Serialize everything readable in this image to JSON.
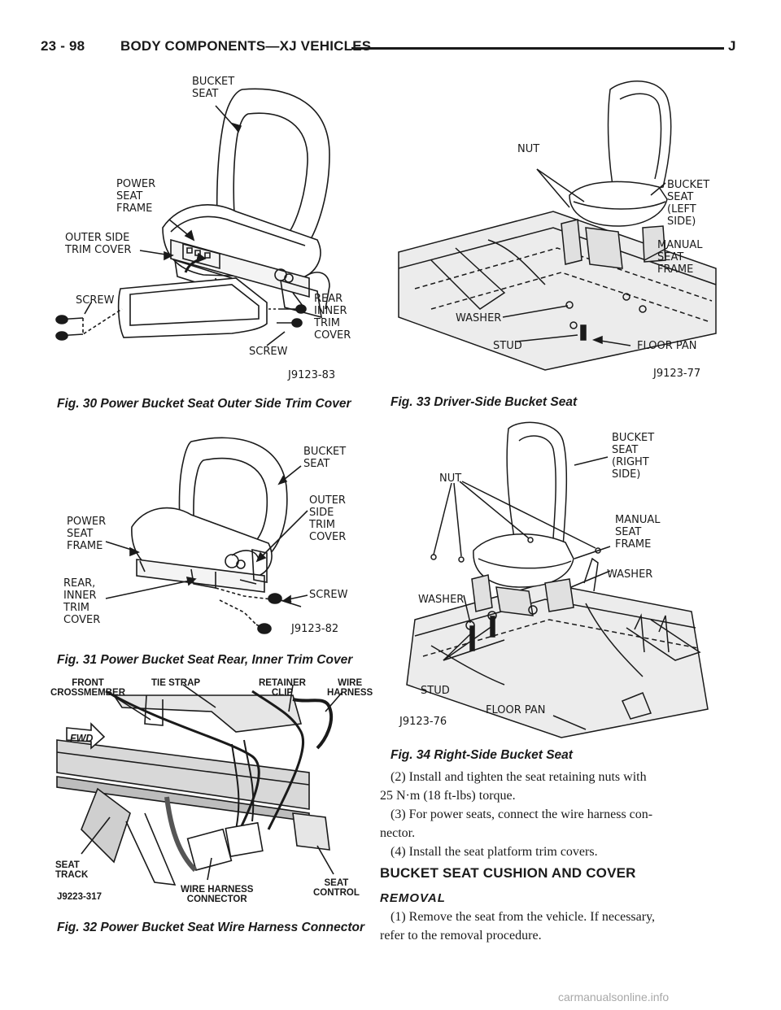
{
  "header": {
    "page_number": "23 - 98",
    "section_title": "BODY COMPONENTS—XJ VEHICLES",
    "letter": "J"
  },
  "figures": {
    "fig30": {
      "caption": "Fig. 30 Power Bucket Seat Outer Side Trim Cover",
      "code": "J9123-83",
      "labels": {
        "bucket_seat": "BUCKET\nSEAT",
        "power_seat_frame": "POWER\nSEAT\nFRAME",
        "outer_side_trim_cover": "OUTER SIDE\nTRIM COVER",
        "screw_left": "SCREW",
        "rear_inner_trim_cover": "REAR\nINNER\nTRIM\nCOVER",
        "screw_bottom": "SCREW"
      }
    },
    "fig31": {
      "caption": "Fig. 31 Power Bucket Seat Rear, Inner Trim Cover",
      "code": "J9123-82",
      "labels": {
        "bucket_seat": "BUCKET\nSEAT",
        "outer_side_trim_cover": "OUTER\nSIDE\nTRIM\nCOVER",
        "power_seat_frame": "POWER\nSEAT\nFRAME",
        "rear_inner_trim_cover": "REAR,\nINNER\nTRIM\nCOVER",
        "screw": "SCREW"
      }
    },
    "fig32": {
      "caption": "Fig. 32 Power Bucket Seat Wire Harness Connector",
      "code": "J9223-317",
      "labels": {
        "front_crossmember": "FRONT\nCROSSMEMBER",
        "tie_strap": "TIE STRAP",
        "retainer_clip": "RETAINER\nCLIP",
        "wire_harness": "WIRE\nHARNESS",
        "fwd": "FWD",
        "seat_track": "SEAT\nTRACK",
        "wire_harness_connector": "WIRE HARNESS\nCONNECTOR",
        "seat_control": "SEAT\nCONTROL"
      }
    },
    "fig33": {
      "caption": "Fig. 33 Driver-Side Bucket Seat",
      "code": "J9123-77",
      "labels": {
        "nut": "NUT",
        "bucket_seat_left": "BUCKET\nSEAT\n(LEFT\nSIDE)",
        "manual_seat_frame": "MANUAL\nSEAT\nFRAME",
        "washer": "WASHER",
        "stud": "STUD",
        "floor_pan": "FLOOR PAN"
      }
    },
    "fig34": {
      "caption": "Fig. 34 Right-Side Bucket Seat",
      "code": "J9123-76",
      "labels": {
        "bucket_seat_right": "BUCKET\nSEAT\n(RIGHT\nSIDE)",
        "nut": "NUT",
        "manual_seat_frame": "MANUAL\nSEAT\nFRAME",
        "washer_right": "WASHER",
        "washer_left": "WASHER",
        "stud": "STUD",
        "floor_pan": "FLOOR PAN"
      }
    }
  },
  "body": {
    "step2_line1": "(2) Install and tighten the seat retaining nuts with",
    "step2_line2": "25 N·m (18 ft-lbs) torque.",
    "step3_line1": "(3) For power seats, connect the wire harness con-",
    "step3_line2": "nector.",
    "step4": "(4) Install the seat platform trim covers.",
    "section_heading": "BUCKET SEAT CUSHION AND COVER",
    "subheading": "REMOVAL",
    "step1_line1": "(1) Remove the seat from the vehicle. If necessary,",
    "step1_line2": "refer to the removal procedure."
  },
  "footer": {
    "watermark": "carmanualsonline.info"
  }
}
